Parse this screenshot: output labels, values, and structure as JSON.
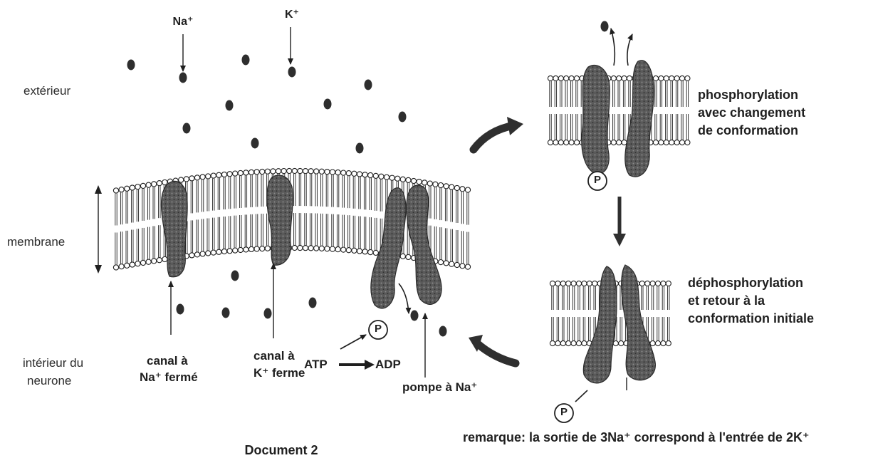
{
  "ions": {
    "na": "Na⁺",
    "k": "K⁺"
  },
  "compartments": {
    "exterieur": "extérieur",
    "membrane": "membrane",
    "interieur_line1": "intérieur du",
    "interieur_line2": "neurone"
  },
  "labels": {
    "canal_na_line1": "canal à",
    "canal_na_line2": "Na⁺ fermé",
    "canal_k_line1": "canal à",
    "canal_k_line2": "K⁺ ferme",
    "atp": "ATP",
    "adp": "ADP",
    "pompe": "pompe à Na⁺",
    "phosphate": "P"
  },
  "steps": {
    "phosphorylation_line1": "phosphorylation",
    "phosphorylation_line2": "avec changement",
    "phosphorylation_line3": "de conformation",
    "dephosphorylation_line1": "déphosphorylation",
    "dephosphorylation_line2": "et retour à la",
    "dephosphorylation_line3": "conformation initiale"
  },
  "remark": "remarque: la sortie de 3Na⁺ correspond à l'entrée de 2K⁺",
  "caption": "Document 2",
  "colors": {
    "ink": "#1f1f1f",
    "protein": "#4a4a4a",
    "protein_dark": "#2e2e2e",
    "membrane_head": "#ffffff",
    "background": "#ffffff"
  }
}
